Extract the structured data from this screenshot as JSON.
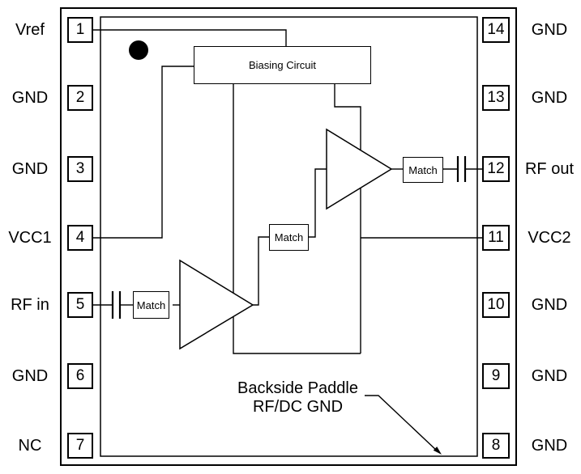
{
  "diagram": {
    "type": "ic-pinout-functional-block-diagram",
    "pins_left": [
      {
        "number": "1",
        "label": "Vref"
      },
      {
        "number": "2",
        "label": "GND"
      },
      {
        "number": "3",
        "label": "GND"
      },
      {
        "number": "4",
        "label": "VCC1"
      },
      {
        "number": "5",
        "label": "RF in"
      },
      {
        "number": "6",
        "label": "GND"
      },
      {
        "number": "7",
        "label": "NC"
      }
    ],
    "pins_right": [
      {
        "number": "14",
        "label": "GND"
      },
      {
        "number": "13",
        "label": "GND"
      },
      {
        "number": "12",
        "label": "RF out"
      },
      {
        "number": "11",
        "label": "VCC2"
      },
      {
        "number": "10",
        "label": "GND"
      },
      {
        "number": "9",
        "label": "GND"
      },
      {
        "number": "8",
        "label": "GND"
      }
    ],
    "blocks": {
      "biasing_label": "Biasing Circuit",
      "match_label": "Match"
    },
    "annotation": {
      "line1": "Backside Paddle",
      "line2": "RF/DC GND"
    },
    "colors": {
      "line": "#000000",
      "background": "#ffffff",
      "pin1_marker": "#000000"
    }
  }
}
